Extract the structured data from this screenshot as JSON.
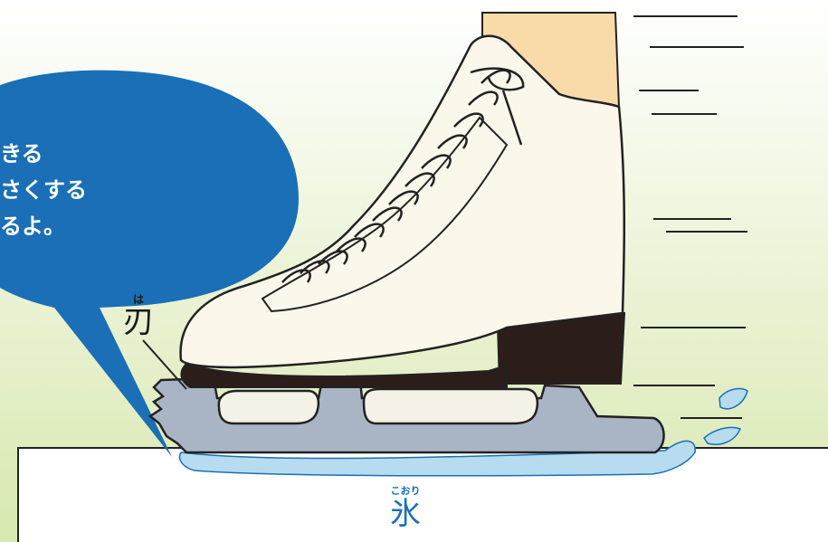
{
  "bubble": {
    "line1": "きる",
    "line2": "さくする",
    "line3": "るよ。",
    "color": "#1a6fb6"
  },
  "labels": {
    "blade_ruby": "は",
    "blade": "刃",
    "ice_ruby": "こおり",
    "ice": "氷"
  },
  "colors": {
    "background_top": "#ffffff",
    "background_bottom": "#d8e8b0",
    "boot": "#fbf7ea",
    "blade": "#a9b4c4",
    "ice": "#b7dcf0",
    "leg": "#f8dba8"
  }
}
